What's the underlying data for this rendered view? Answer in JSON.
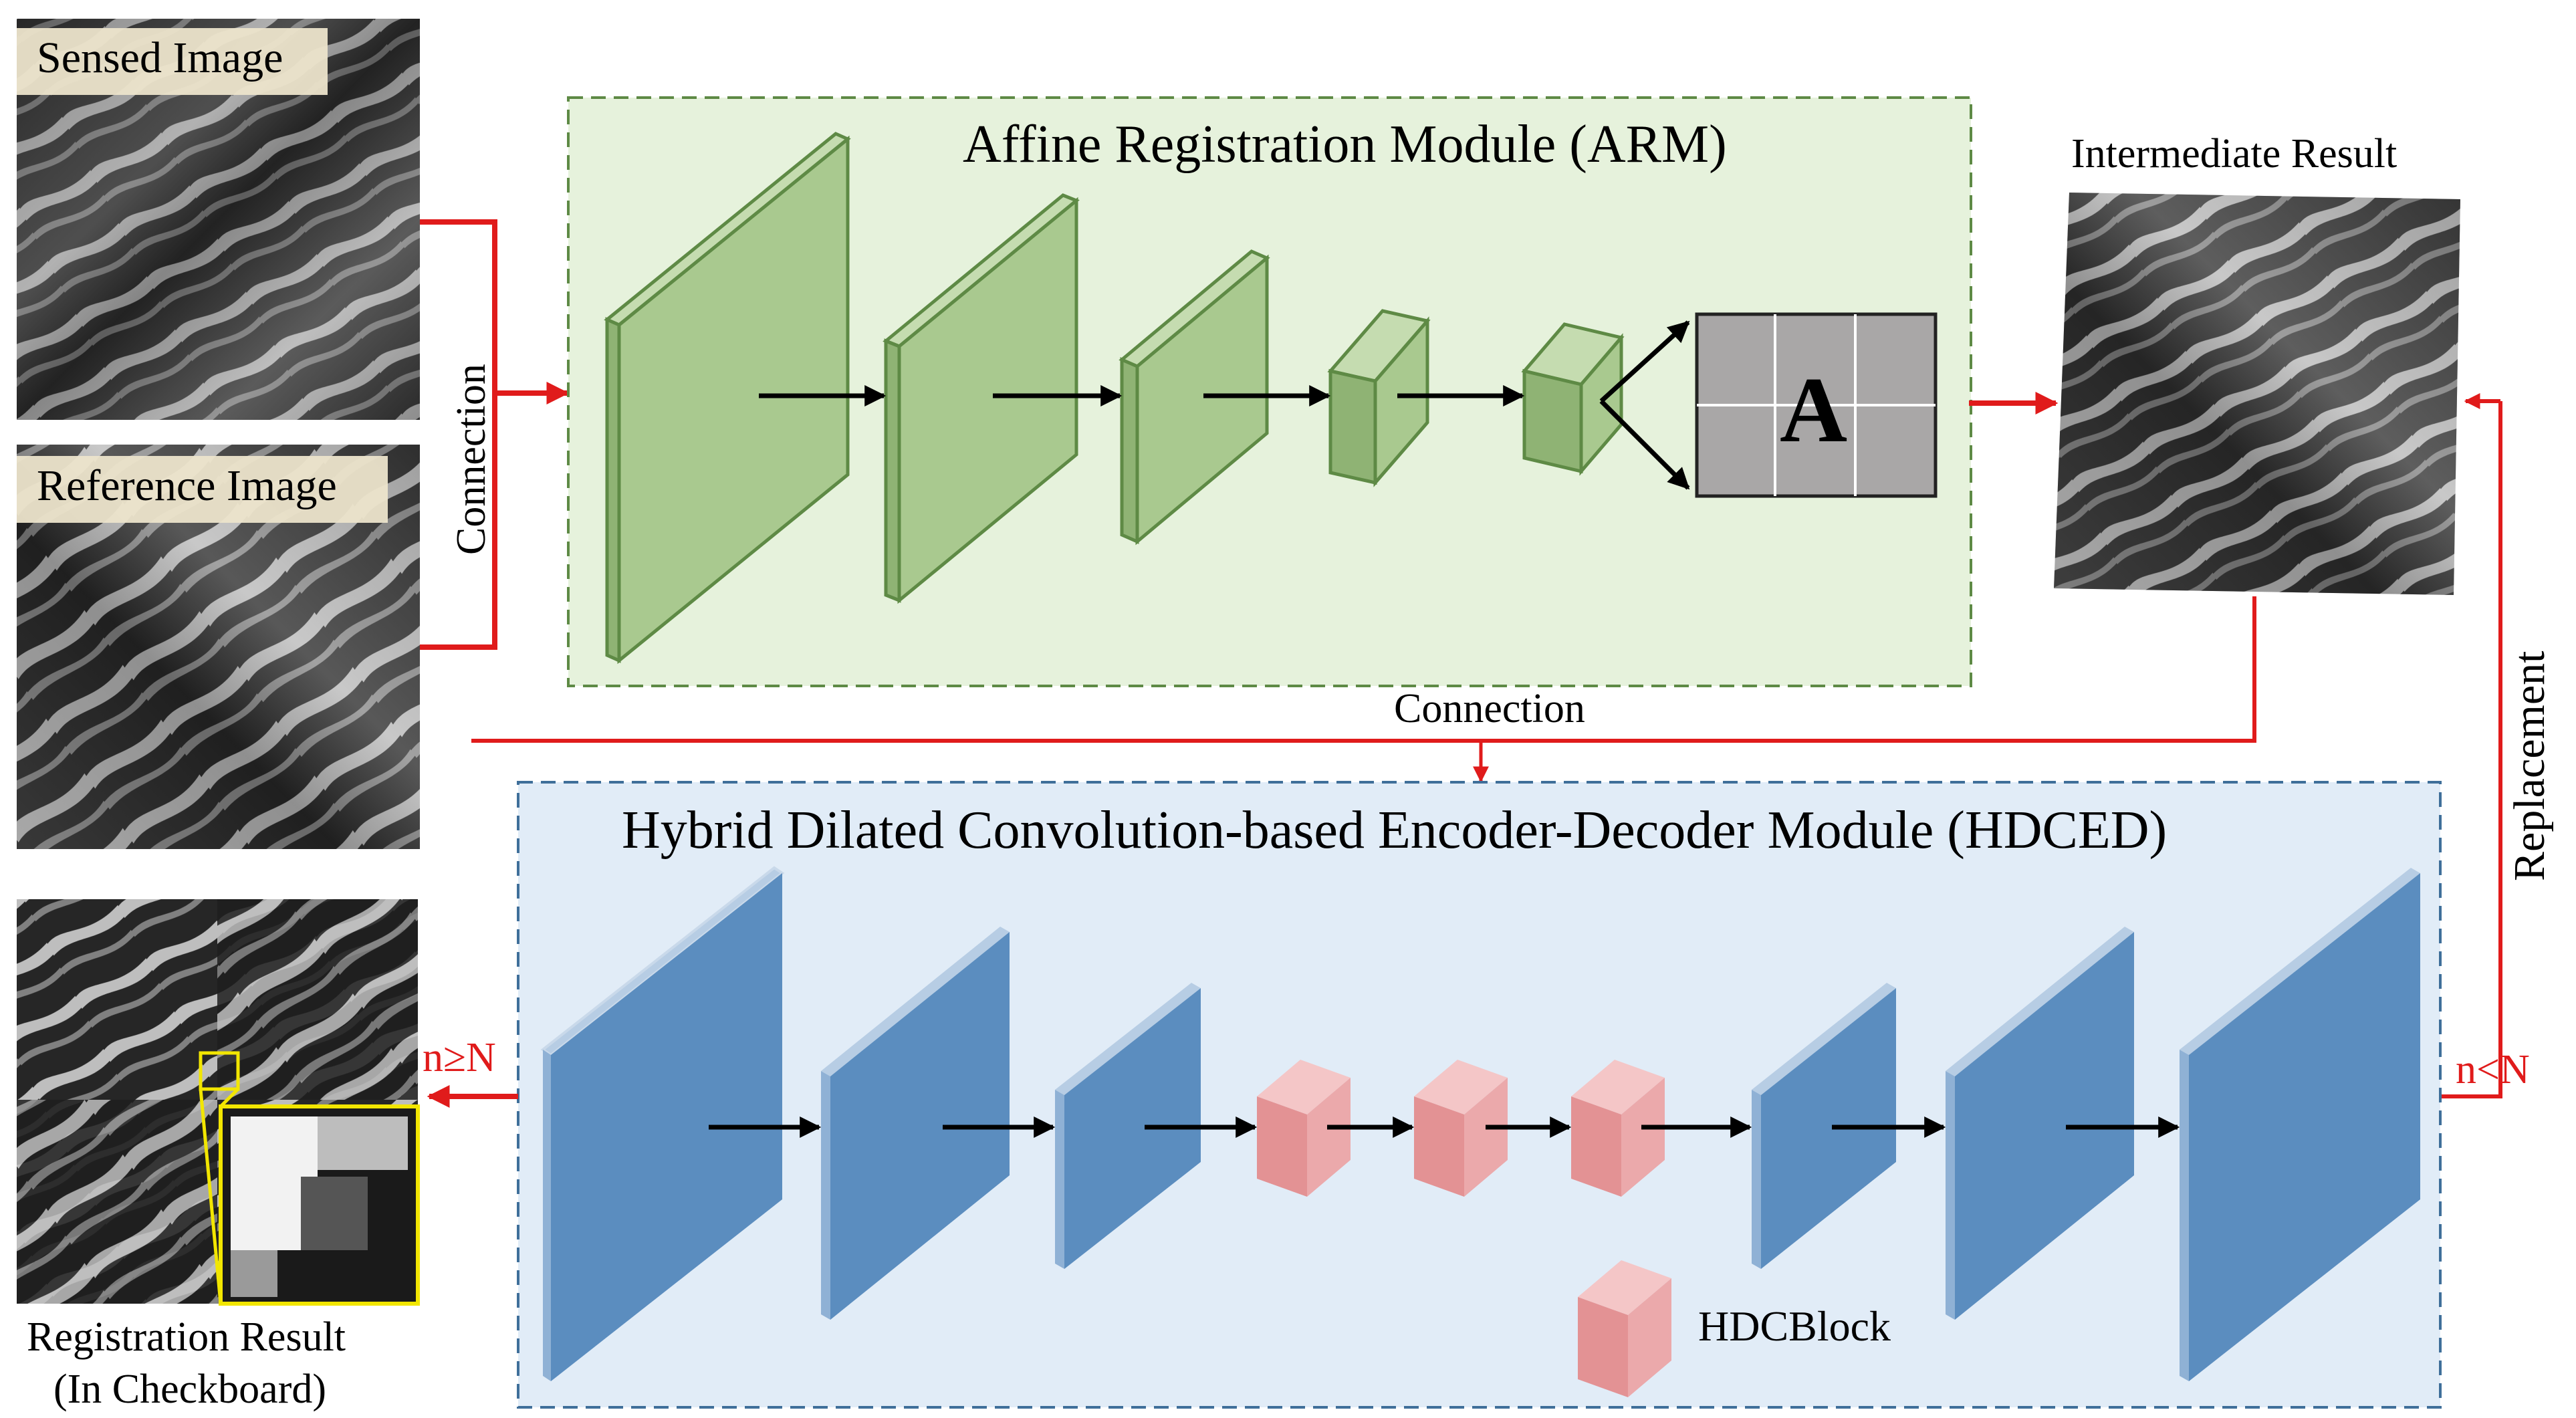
{
  "inputs": {
    "sensed_label": "Sensed Image",
    "reference_label": "Reference Image"
  },
  "arm": {
    "title": "Affine Registration Module (ARM)",
    "matrix_label": "A"
  },
  "hdced": {
    "title": "Hybrid Dilated Convolution-based Encoder-Decoder Module (HDCED)",
    "legend_label": "HDCBlock"
  },
  "labels": {
    "connection_left": "Connection",
    "connection_mid": "Connection",
    "intermediate": "Intermediate Result",
    "replacement": "Replacement",
    "n_ge_N": "n≥N",
    "n_lt_N": "n<N",
    "result_line1": "Registration Result",
    "result_line2": "(In Checkboard)"
  },
  "colors": {
    "arm_bg": "#e6f2dc",
    "arm_border": "#5e8a45",
    "green_face": "#a9c98f",
    "hdced_bg": "#e1ecf7",
    "hdced_border": "#3f6f9a",
    "blue_face": "#5b8dbf",
    "pink_face": "#e8a3a5",
    "flow_red": "#e01b1b"
  }
}
